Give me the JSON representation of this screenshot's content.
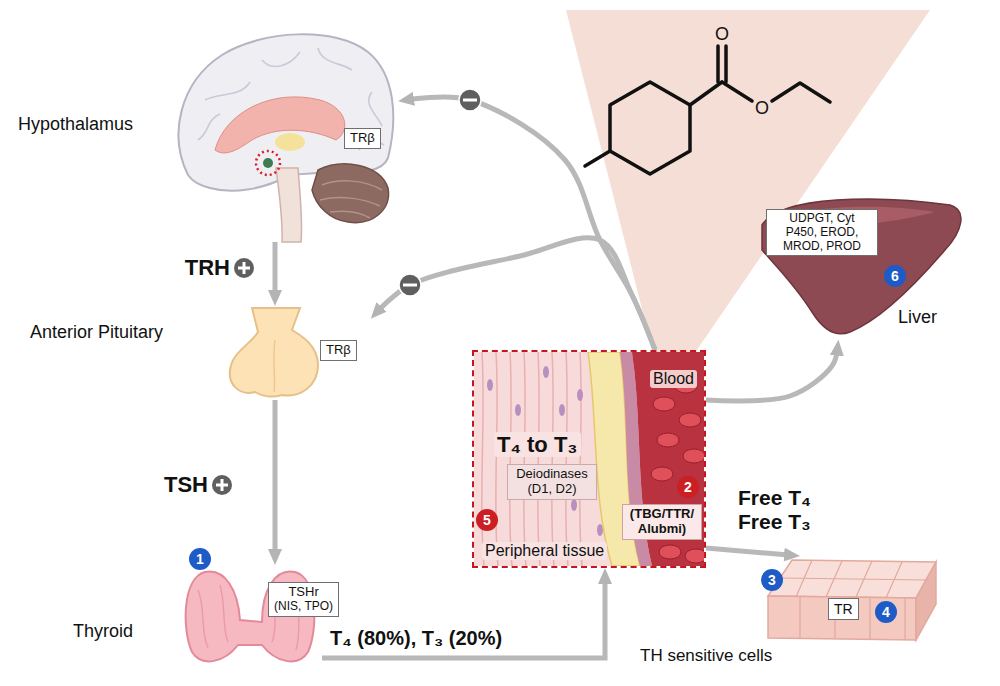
{
  "diagram": {
    "nodes": [
      {
        "text": [
          "Hypothalamus"
        ]
      },
      {
        "text": [
          "TRβ"
        ],
        "in": 0
      },
      {
        "text": [
          "Anterior Pituitary"
        ]
      },
      {
        "text": [
          "TRβ"
        ],
        "in": 2
      },
      {
        "text": [
          "Thyroid"
        ]
      },
      {
        "text": [
          "TSHr",
          "(NIS, TPO)"
        ],
        "in": 4
      },
      {
        "text": [
          "Liver"
        ]
      },
      {
        "text": [
          "UDPGT, Cyt P450, EROD, MROD, PROD"
        ],
        "in": 6
      },
      {
        "text": [
          "Blood",
          "T₄ to T₃",
          "Peripheral tissue"
        ]
      },
      {
        "text": [
          "Deiodinases (D1, D2)"
        ],
        "in": 8
      },
      {
        "text": [
          "(TBG/TTR/ Alubmi)"
        ],
        "in": 8
      },
      {
        "text": [
          "TH sensitive cells"
        ]
      },
      {
        "text": [
          "TR"
        ],
        "in": 11
      }
    ],
    "edges": [
      {
        "from": 0,
        "to": 2,
        "arrow": "to",
        "label": "TRH"
      },
      {
        "from": 2,
        "to": 4,
        "arrow": "to",
        "label": "TSH"
      },
      {
        "from": 4,
        "to": 8,
        "arrow": "to",
        "label": "T₄ (80%), T₃ (20%)"
      },
      {
        "from": 8,
        "to": 11,
        "arrow": "to",
        "label": "Free T₄ Free T₃"
      },
      {
        "from": 8,
        "to": 6,
        "arrow": "to"
      },
      {
        "from": 8,
        "to": 0,
        "arrow": "to"
      },
      {
        "from": 8,
        "to": 2,
        "arrow": "to"
      }
    ],
    "labels": [
      "O",
      "O",
      "6",
      "1",
      "5",
      "2",
      "3",
      "4"
    ]
  }
}
